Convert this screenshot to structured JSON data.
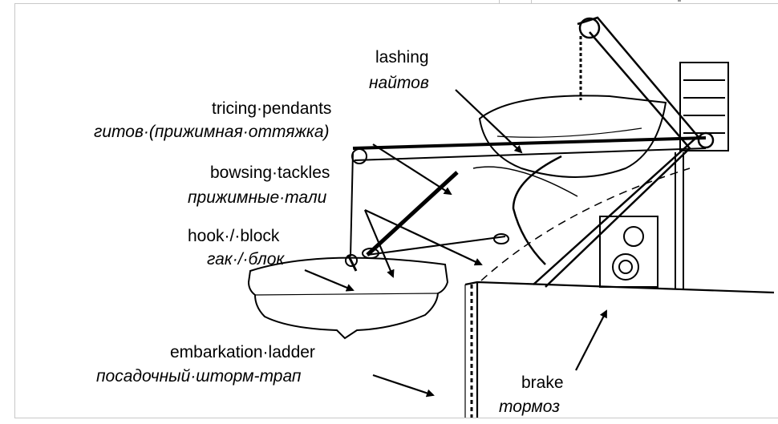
{
  "labels": {
    "lashing": {
      "en": "lashing",
      "ru": "найтов"
    },
    "tricing_pendants": {
      "en": "tricing·pendants",
      "ru": "гитов·(прижимная·оттяжка)"
    },
    "bowsing_tackles": {
      "en": "bowsing·tackles",
      "ru": "прижимные·тали"
    },
    "hook_block": {
      "en": "hook·/·block",
      "ru": "гак·/·блок"
    },
    "embarkation_ladder": {
      "en": "embarkation·ladder",
      "ru": "посадочный·шторм-трап"
    },
    "brake": {
      "en": "brake",
      "ru": "тормоз"
    }
  }
}
